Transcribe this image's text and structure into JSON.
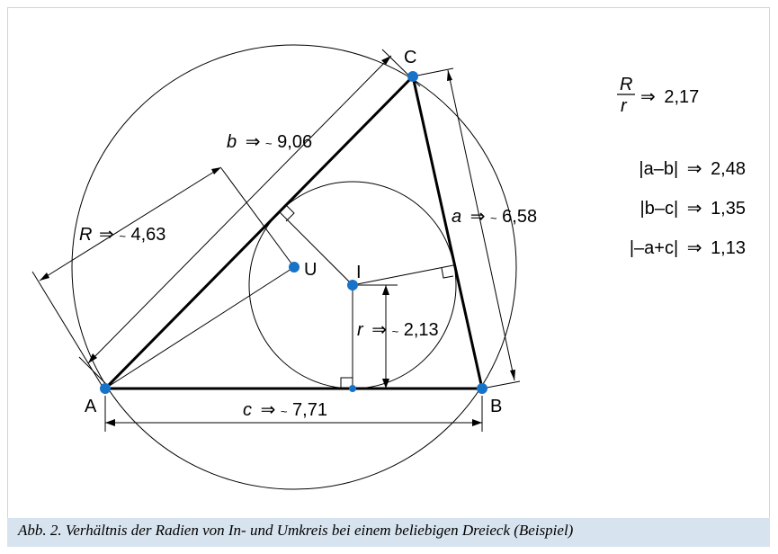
{
  "figure": {
    "vertices": {
      "a": "A",
      "b": "B",
      "c": "C",
      "u": "U",
      "i": "I"
    },
    "side_b": {
      "symbol": "b",
      "arrow": "⇒",
      "tilde": "~",
      "value": "9,06"
    },
    "side_a": {
      "symbol": "a",
      "arrow": "⇒",
      "tilde": "~",
      "value": "6,58"
    },
    "side_c": {
      "symbol": "c",
      "arrow": "⇒",
      "tilde": "~",
      "value": "7,71"
    },
    "circumradius": {
      "symbol": "R",
      "arrow": "⇒",
      "tilde": "~",
      "value": "4,63"
    },
    "inradius": {
      "symbol": "r",
      "arrow": "⇒",
      "tilde": "~",
      "value": "2,13"
    }
  },
  "results": {
    "ratio": {
      "numerator": "R",
      "denominator": "r",
      "arrow": "⇒",
      "value": "2,17"
    },
    "diff_ab": {
      "expr": "|a–b|",
      "arrow": "⇒",
      "value": "2,48"
    },
    "diff_bc": {
      "expr": "|b–c|",
      "arrow": "⇒",
      "value": "1,35"
    },
    "sum_ac": {
      "expr": "|–a+c|",
      "arrow": "⇒",
      "value": "1,13"
    }
  },
  "caption": "Abb. 2. Verhältnis der Radien von In- und Umkreis bei einem beliebigen Dreieck (Beispiel)",
  "colors": {
    "point": "#1673c8",
    "frame": "#c7d7e6",
    "caption_bg": "#d7e3ee"
  }
}
